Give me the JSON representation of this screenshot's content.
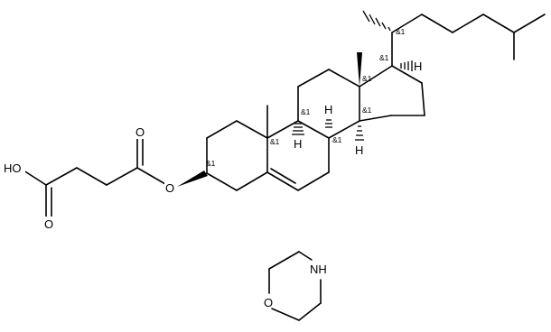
{
  "figure": {
    "atoms": {
      "oh": "HO",
      "o_carbonyl_acid": "O",
      "o_carbonyl_ester": "O",
      "o_ester": "O",
      "h_c8": "H",
      "h_c9": "H",
      "h_c14": "H",
      "h_c17": "H",
      "morpholine_n": "NH",
      "morpholine_o": "O"
    },
    "stereo_labels": {
      "c3": "&1",
      "c10": "&1",
      "c9": "&1",
      "c8": "&1",
      "c14": "&1",
      "c13": "&1",
      "c17": "&1",
      "c20": "&1"
    }
  }
}
